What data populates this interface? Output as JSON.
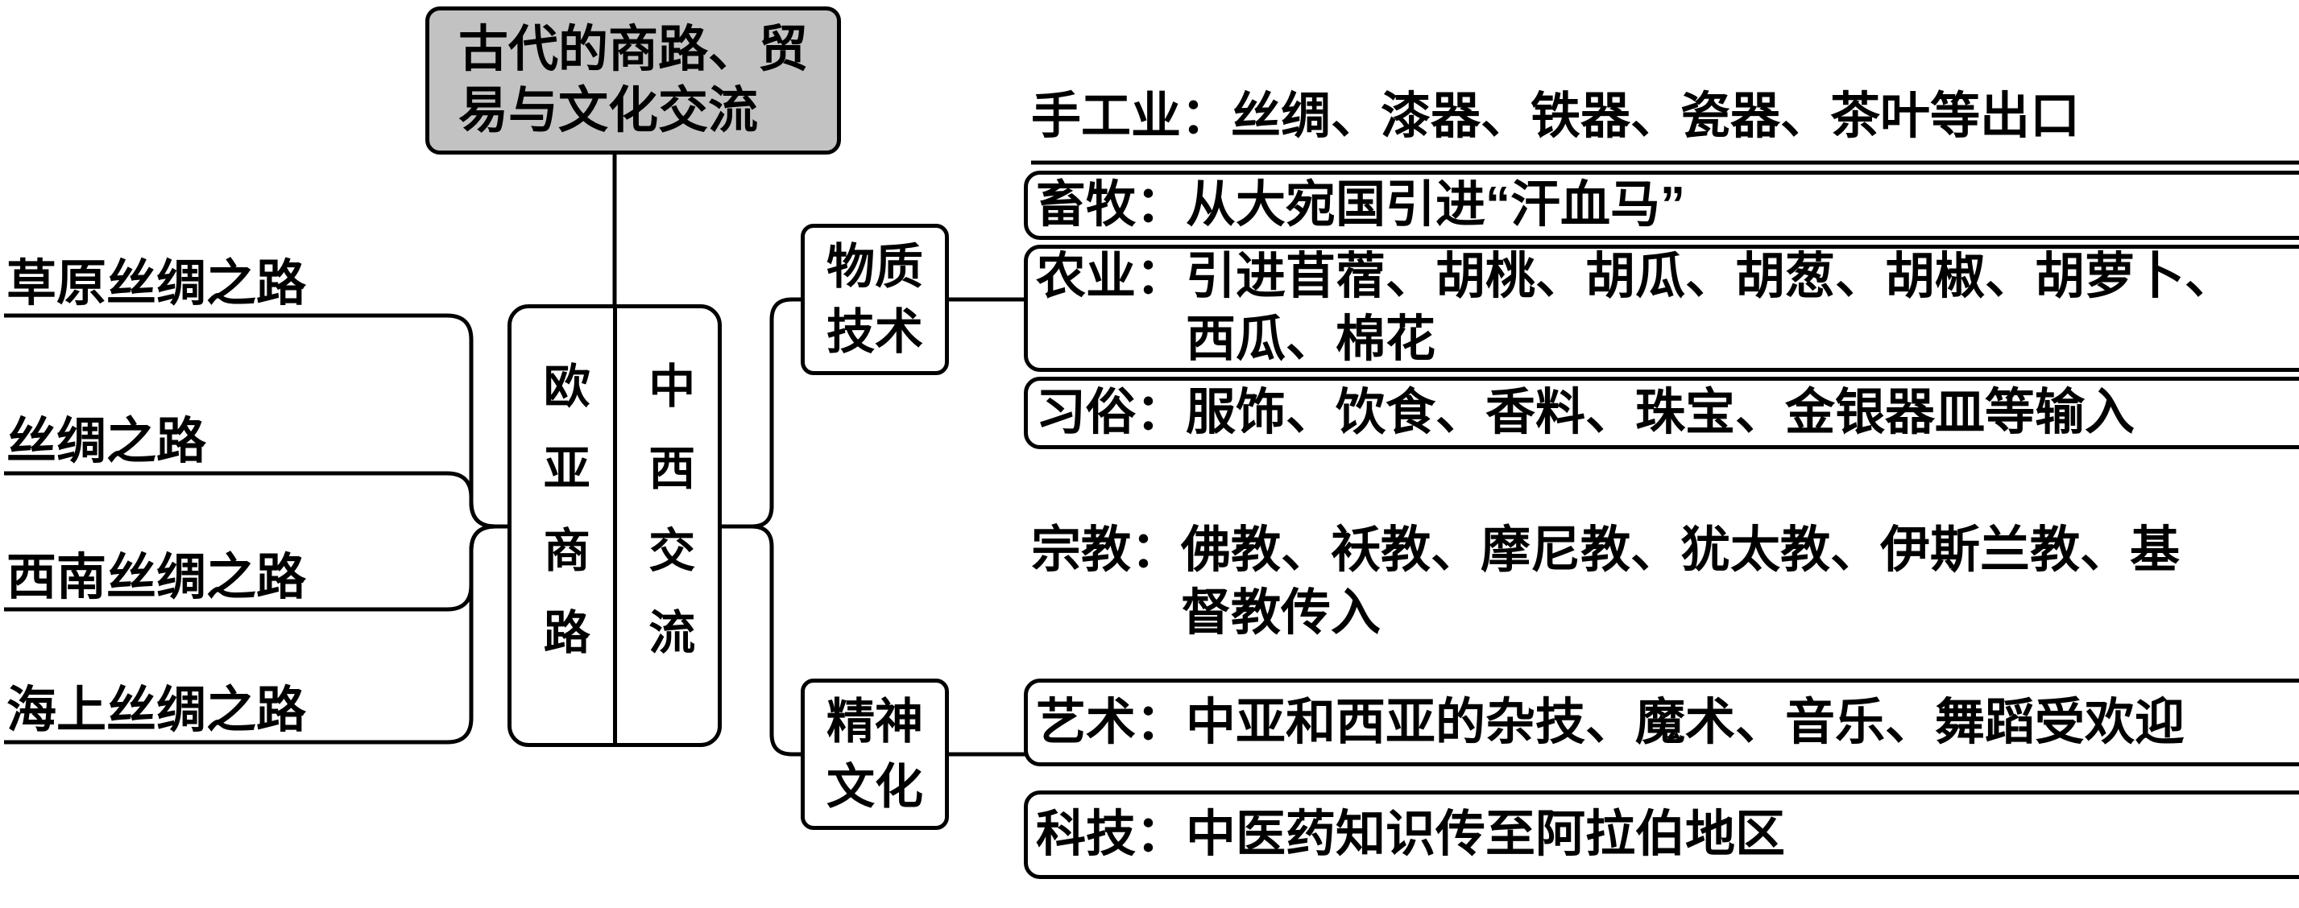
{
  "title": {
    "text": "古代的商路、贸\n易与文化交流"
  },
  "center_node": {
    "left_column": "欧亚商路",
    "right_column": "中西交流"
  },
  "left_routes": [
    "草原丝绸之路",
    "丝绸之路",
    "西南丝绸之路",
    "海上丝绸之路"
  ],
  "material": {
    "label": "物质\n技术",
    "items": [
      {
        "text": "手工业：丝绸、漆器、铁器、瓷器、茶叶等出口"
      },
      {
        "text": "畜牧：从大宛国引进“汗血马”"
      },
      {
        "text": "农业：引进苜蓿、胡桃、胡瓜、胡葱、胡椒、胡萝卜、\n西瓜、棉花"
      },
      {
        "text": "习俗：服饰、饮食、香料、珠宝、金银器皿等输入"
      }
    ]
  },
  "spiritual": {
    "label": "精神\n文化",
    "items": [
      {
        "text": "宗教：佛教、袄教、摩尼教、犹太教、伊斯兰教、基\n督教传入"
      },
      {
        "text": "艺术：中亚和西亚的杂技、魔术、音乐、舞蹈受欢迎"
      },
      {
        "text": "科技：中医药知识传至阿拉伯地区"
      }
    ]
  },
  "colors": {
    "title_bg": "#c2c2c2",
    "line": "#000000",
    "background": "#ffffff"
  }
}
